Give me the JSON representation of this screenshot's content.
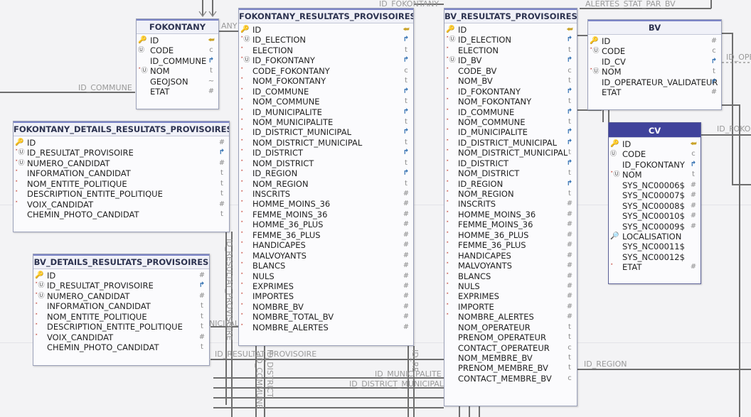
{
  "labels": {
    "id_fokontany_top": "ID_FOKONTANY",
    "alertes": "ALERTES_STAT_PAR_BV",
    "any": "ANY",
    "id_commune": "ID_COMMUNE",
    "id_ope": "ID_OPE",
    "id_fokonta": "ID_FOKONTA",
    "id_region": "ID_REGION",
    "id_municipalite": "ID_MUNICIPALITE",
    "id_district_municipal": "ID_DISTRICT_MUNICIPAL",
    "id_resultat_provisoire_v": "ID_RESULTAT_PROVISOIRE",
    "id_resultat_provisoire_h": "ID_RESULTAT_PROVISOIRE",
    "nicipal": "NICIPAL",
    "district_v": "ID_DISTRICT",
    "commune_v": "ID_COMMUNE",
    "id_re_v": "ID_RE"
  },
  "entities": [
    {
      "key": "fokontany",
      "title": "FOKONTANY",
      "selected": false,
      "rows": [
        {
          "name": "ID",
          "ico": "pk",
          "type": "pk"
        },
        {
          "name": "CODE",
          "ico": "u",
          "type": "c"
        },
        {
          "name": "ID_COMMUNE",
          "ico": "",
          "type": "rel"
        },
        {
          "name": "NOM",
          "ico": "nu",
          "type": "t"
        },
        {
          "name": "GEOJSON",
          "ico": "",
          "type": "~"
        },
        {
          "name": "ETAT",
          "ico": "",
          "type": "#"
        }
      ]
    },
    {
      "key": "fdrp",
      "title": "FOKONTANY_DETAILS_RESULTATS_PROVISOIRES",
      "selected": false,
      "rows": [
        {
          "name": "ID",
          "ico": "pk",
          "type": "#"
        },
        {
          "name": "ID_RESULTAT_PROVISOIRE",
          "ico": "nu",
          "type": "rel"
        },
        {
          "name": "NUMERO_CANDIDAT",
          "ico": "nu",
          "type": "#"
        },
        {
          "name": "INFORMATION_CANDIDAT",
          "ico": "n",
          "type": "t"
        },
        {
          "name": "NOM_ENTITE_POLITIQUE",
          "ico": "n",
          "type": "t"
        },
        {
          "name": "DESCRIPTION_ENTITE_POLITIQUE",
          "ico": "n",
          "type": "t"
        },
        {
          "name": "VOIX_CANDIDAT",
          "ico": "n",
          "type": "#"
        },
        {
          "name": "CHEMIN_PHOTO_CANDIDAT",
          "ico": "",
          "type": "t"
        }
      ]
    },
    {
      "key": "bvdrp",
      "title": "BV_DETAILS_RESULTATS_PROVISOIRES",
      "selected": false,
      "rows": [
        {
          "name": "ID",
          "ico": "pk",
          "type": "#"
        },
        {
          "name": "ID_RESULTAT_PROVISOIRE",
          "ico": "nu",
          "type": "rel"
        },
        {
          "name": "NUMERO_CANDIDAT",
          "ico": "nu",
          "type": "#"
        },
        {
          "name": "INFORMATION_CANDIDAT",
          "ico": "n",
          "type": "t"
        },
        {
          "name": "NOM_ENTITE_POLITIQUE",
          "ico": "n",
          "type": "t"
        },
        {
          "name": "DESCRIPTION_ENTITE_POLITIQUE",
          "ico": "n",
          "type": "t"
        },
        {
          "name": "VOIX_CANDIDAT",
          "ico": "n",
          "type": "#"
        },
        {
          "name": "CHEMIN_PHOTO_CANDIDAT",
          "ico": "",
          "type": "t"
        }
      ]
    },
    {
      "key": "frp",
      "title": "FOKONTANY_RESULTATS_PROVISOIRES",
      "selected": false,
      "rows": [
        {
          "name": "ID",
          "ico": "pk",
          "type": "pk"
        },
        {
          "name": "ID_ELECTION",
          "ico": "nu",
          "type": "rel"
        },
        {
          "name": "ELECTION",
          "ico": "n",
          "type": "t"
        },
        {
          "name": "ID_FOKONTANY",
          "ico": "nu",
          "type": "rel"
        },
        {
          "name": "CODE_FOKONTANY",
          "ico": "n",
          "type": "c"
        },
        {
          "name": "NOM_FOKONTANY",
          "ico": "n",
          "type": "t"
        },
        {
          "name": "ID_COMMUNE",
          "ico": "n",
          "type": "rel"
        },
        {
          "name": "NOM_COMMUNE",
          "ico": "n",
          "type": "t"
        },
        {
          "name": "ID_MUNICIPALITE",
          "ico": "n",
          "type": "rel"
        },
        {
          "name": "NOM_MUNICIPALITE",
          "ico": "n",
          "type": "t"
        },
        {
          "name": "ID_DISTRICT_MUNICIPAL",
          "ico": "n",
          "type": "rel"
        },
        {
          "name": "NOM_DISTRICT_MUNICIPAL",
          "ico": "n",
          "type": "t"
        },
        {
          "name": "ID_DISTRICT",
          "ico": "n",
          "type": "rel"
        },
        {
          "name": "NOM_DISTRICT",
          "ico": "n",
          "type": "t"
        },
        {
          "name": "ID_REGION",
          "ico": "n",
          "type": "rel"
        },
        {
          "name": "NOM_REGION",
          "ico": "n",
          "type": "t"
        },
        {
          "name": "INSCRITS",
          "ico": "n",
          "type": "#"
        },
        {
          "name": "HOMME_MOINS_36",
          "ico": "n",
          "type": "#"
        },
        {
          "name": "FEMME_MOINS_36",
          "ico": "n",
          "type": "#"
        },
        {
          "name": "HOMME_36_PLUS",
          "ico": "n",
          "type": "#"
        },
        {
          "name": "FEMME_36_PLUS",
          "ico": "n",
          "type": "#"
        },
        {
          "name": "HANDICAPES",
          "ico": "n",
          "type": "#"
        },
        {
          "name": "MALVOYANTS",
          "ico": "n",
          "type": "#"
        },
        {
          "name": "BLANCS",
          "ico": "n",
          "type": "#"
        },
        {
          "name": "NULS",
          "ico": "n",
          "type": "#"
        },
        {
          "name": "EXPRIMES",
          "ico": "n",
          "type": "#"
        },
        {
          "name": "IMPORTES",
          "ico": "n",
          "type": "#"
        },
        {
          "name": "NOMBRE_BV",
          "ico": "n",
          "type": "#"
        },
        {
          "name": "NOMBRE_TOTAL_BV",
          "ico": "n",
          "type": "#"
        },
        {
          "name": "NOMBRE_ALERTES",
          "ico": "n",
          "type": "#"
        }
      ]
    },
    {
      "key": "bvrp",
      "title": "BV_RESULTATS_PROVISOIRES",
      "selected": false,
      "rows": [
        {
          "name": "ID",
          "ico": "pk",
          "type": "pk"
        },
        {
          "name": "ID_ELECTION",
          "ico": "nu",
          "type": "rel"
        },
        {
          "name": "ELECTION",
          "ico": "n",
          "type": "t"
        },
        {
          "name": "ID_BV",
          "ico": "nu",
          "type": "rel"
        },
        {
          "name": "CODE_BV",
          "ico": "n",
          "type": "c"
        },
        {
          "name": "NOM_BV",
          "ico": "n",
          "type": "t"
        },
        {
          "name": "ID_FOKONTANY",
          "ico": "n",
          "type": "rel"
        },
        {
          "name": "NOM_FOKONTANY",
          "ico": "n",
          "type": "t"
        },
        {
          "name": "ID_COMMUNE",
          "ico": "n",
          "type": "rel"
        },
        {
          "name": "NOM_COMMUNE",
          "ico": "n",
          "type": "t"
        },
        {
          "name": "ID_MUNICIPALITE",
          "ico": "n",
          "type": "rel"
        },
        {
          "name": "ID_DISTRICT_MUNICIPAL",
          "ico": "n",
          "type": "rel"
        },
        {
          "name": "NOM_DISTRICT_MUNICIPAL",
          "ico": "n",
          "type": "t"
        },
        {
          "name": "ID_DISTRICT",
          "ico": "n",
          "type": "rel"
        },
        {
          "name": "NOM_DISTRICT",
          "ico": "n",
          "type": "t"
        },
        {
          "name": "ID_REGION",
          "ico": "n",
          "type": "rel"
        },
        {
          "name": "NOM_REGION",
          "ico": "n",
          "type": "t"
        },
        {
          "name": "INSCRITS",
          "ico": "n",
          "type": "#"
        },
        {
          "name": "HOMME_MOINS_36",
          "ico": "n",
          "type": "#"
        },
        {
          "name": "FEMME_MOINS_36",
          "ico": "n",
          "type": "#"
        },
        {
          "name": "HOMME_36_PLUS",
          "ico": "n",
          "type": "#"
        },
        {
          "name": "FEMME_36_PLUS",
          "ico": "n",
          "type": "#"
        },
        {
          "name": "HANDICAPES",
          "ico": "n",
          "type": "#"
        },
        {
          "name": "MALVOYANTS",
          "ico": "n",
          "type": "#"
        },
        {
          "name": "BLANCS",
          "ico": "n",
          "type": "#"
        },
        {
          "name": "NULS",
          "ico": "n",
          "type": "#"
        },
        {
          "name": "EXPRIMES",
          "ico": "n",
          "type": "#"
        },
        {
          "name": "IMPORTE",
          "ico": "n",
          "type": "#"
        },
        {
          "name": "NOMBRE_ALERTES",
          "ico": "n",
          "type": "#"
        },
        {
          "name": "NOM_OPERATEUR",
          "ico": "",
          "type": "t"
        },
        {
          "name": "PRENOM_OPERATEUR",
          "ico": "",
          "type": "t"
        },
        {
          "name": "CONTACT_OPERATEUR",
          "ico": "",
          "type": "c"
        },
        {
          "name": "NOM_MEMBRE_BV",
          "ico": "",
          "type": "t"
        },
        {
          "name": "PRENOM_MEMBRE_BV",
          "ico": "",
          "type": "t"
        },
        {
          "name": "CONTACT_MEMBRE_BV",
          "ico": "",
          "type": "c"
        }
      ]
    },
    {
      "key": "bv",
      "title": "BV",
      "selected": false,
      "rows": [
        {
          "name": "ID",
          "ico": "pk",
          "type": "#"
        },
        {
          "name": "CODE",
          "ico": "nu",
          "type": "c"
        },
        {
          "name": "ID_CV",
          "ico": "",
          "type": "rel"
        },
        {
          "name": "NOM",
          "ico": "nu",
          "type": "t"
        },
        {
          "name": "ID_OPERATEUR_VALIDATEUR",
          "ico": "",
          "type": "rel"
        },
        {
          "name": "ETAT",
          "ico": "",
          "type": "#"
        }
      ]
    },
    {
      "key": "cv",
      "title": "CV",
      "selected": true,
      "rows": [
        {
          "name": "ID",
          "ico": "pk",
          "type": "pk"
        },
        {
          "name": "CODE",
          "ico": "u",
          "type": "c"
        },
        {
          "name": "ID_FOKONTANY",
          "ico": "",
          "type": "rel"
        },
        {
          "name": "NOM",
          "ico": "nu",
          "type": "t"
        },
        {
          "name": "SYS_NC00006$",
          "ico": "",
          "type": "#"
        },
        {
          "name": "SYS_NC00007$",
          "ico": "",
          "type": "#"
        },
        {
          "name": "SYS_NC00008$",
          "ico": "",
          "type": "#"
        },
        {
          "name": "SYS_NC00010$",
          "ico": "",
          "type": "#"
        },
        {
          "name": "SYS_NC00009$",
          "ico": "",
          "type": "#"
        },
        {
          "name": "LOCALISATION",
          "ico": "q",
          "type": ""
        },
        {
          "name": "SYS_NC00011$",
          "ico": "",
          "type": ""
        },
        {
          "name": "SYS_NC00012$",
          "ico": "",
          "type": ""
        },
        {
          "name": "ETAT",
          "ico": "n",
          "type": "#"
        }
      ]
    }
  ],
  "icons": {
    "pk": "key-icon",
    "rel": "relation-arrow-icon",
    "u": "unique-icon",
    "n": "not-null-icon",
    "q": "spatial-search-icon"
  },
  "colors": {
    "selected_header": "#40439b",
    "header_accent": "#7b84c6",
    "relation": "#2e6db0",
    "key": "#c9a227",
    "not_null": "#c0392b"
  }
}
